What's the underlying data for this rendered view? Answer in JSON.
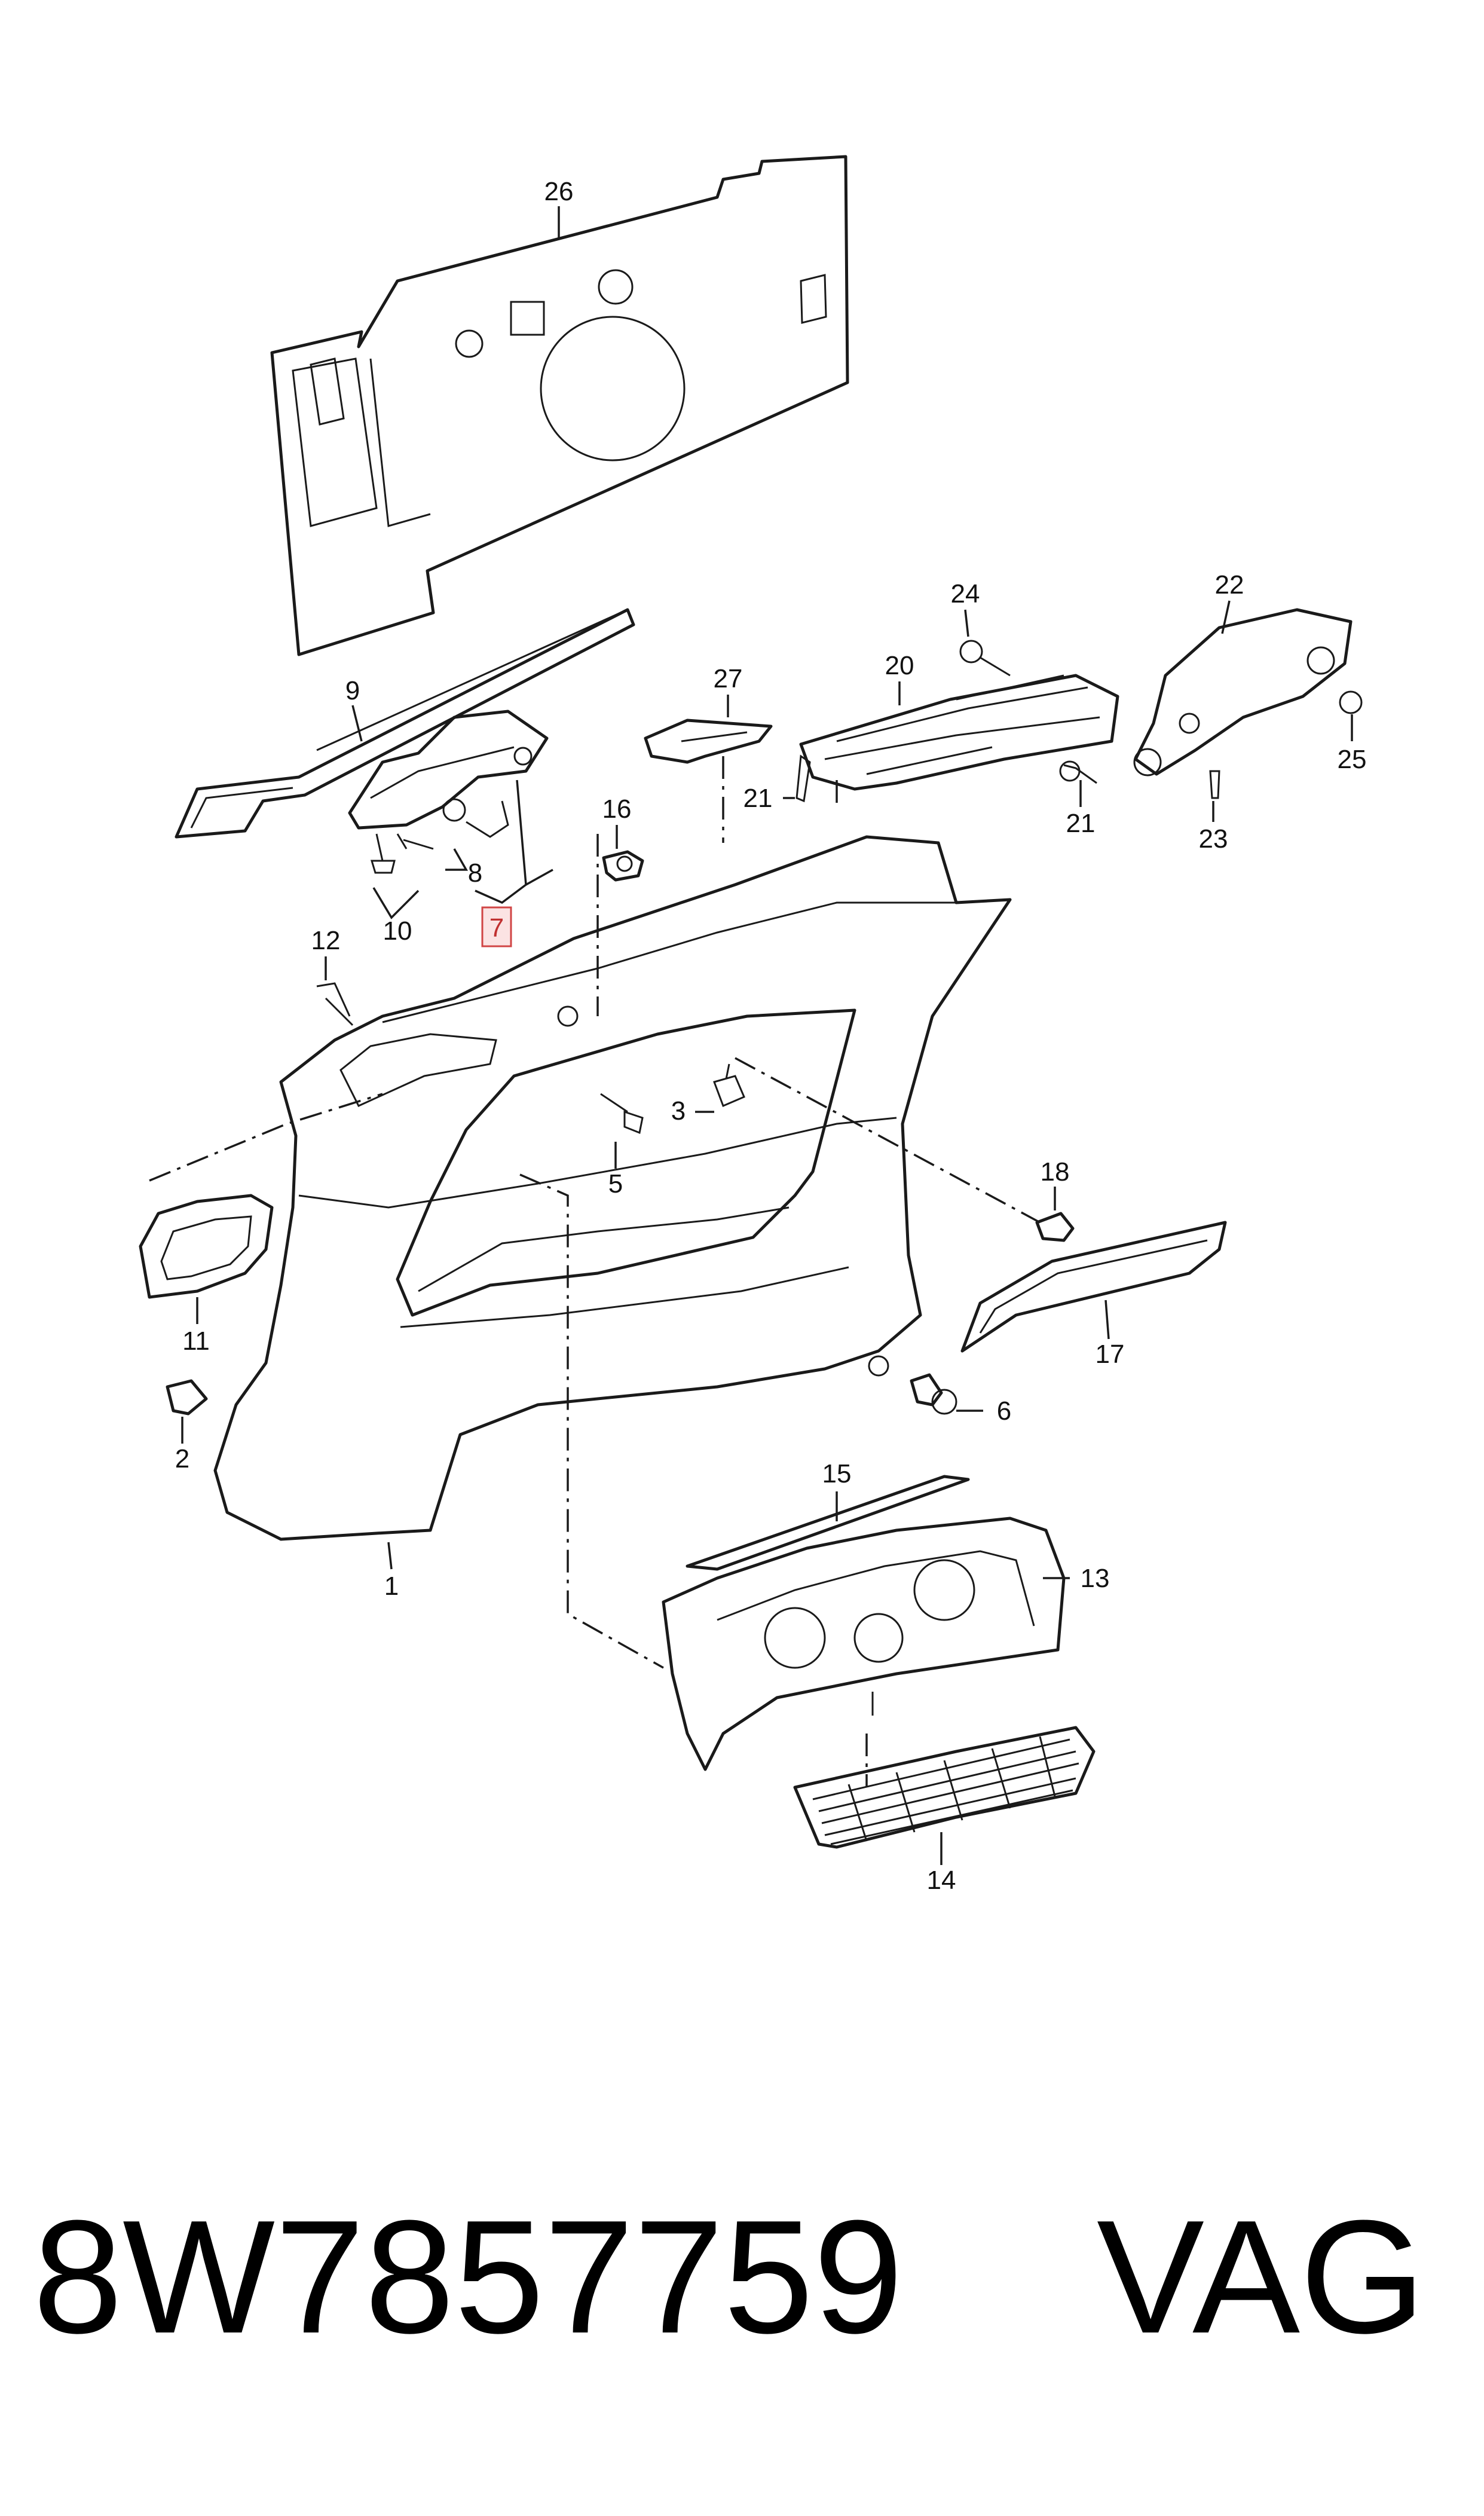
{
  "diagram": {
    "callouts": [
      "1",
      "2",
      "3",
      "5",
      "6",
      "8",
      "9",
      "10",
      "11",
      "12",
      "13",
      "14",
      "15",
      "16",
      "17",
      "18",
      "20",
      "21",
      "21",
      "22",
      "23",
      "24",
      "25",
      "26",
      "27"
    ],
    "highlighted_callout": "7",
    "highlight_color": "#d04545"
  },
  "footer": {
    "part_number": "8W7857759",
    "brand": "VAG"
  }
}
